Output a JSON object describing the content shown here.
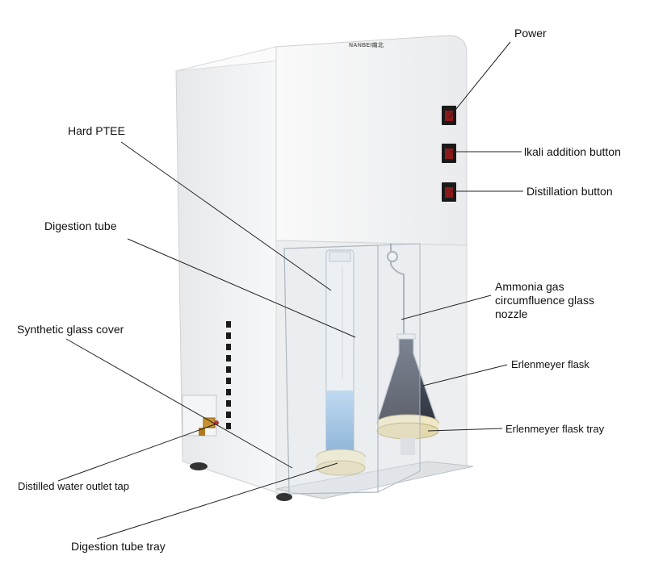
{
  "brand": "NANBEI南北",
  "labels": {
    "power": "Power",
    "alkali": "lkali addition button",
    "distillation": "Distillation button",
    "hard_ptee": "Hard PTEE",
    "digestion_tube": "Digestion tube",
    "ammonia_line1": "Ammonia gas",
    "ammonia_line2": "circumfluence glass",
    "ammonia_line3": "nozzle",
    "synthetic_glass": "Synthetic glass cover",
    "erlenmeyer_flask": "Erlenmeyer flask",
    "erlenmeyer_tray": "Erlenmeyer flask tray",
    "outlet_tap": "Distilled water outlet tap",
    "tube_tray": "Digestion tube tray"
  },
  "colors": {
    "body_white": "#f2f3f4",
    "body_shadow": "#dcdee0",
    "switch_red": "#8a1a1a",
    "liquid_blue": "#7fb3e0",
    "tray_cream": "#efe7c5",
    "flask_dark": "#2a3040",
    "tap_brass": "#c8922e",
    "leader_line": "#222222"
  }
}
